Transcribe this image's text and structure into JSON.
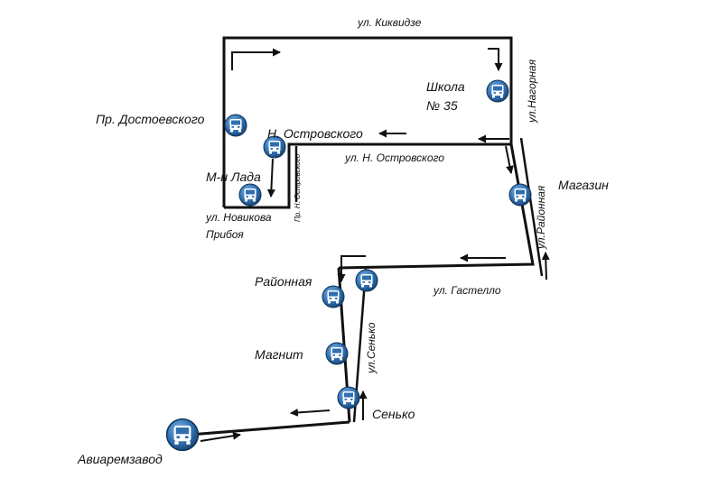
{
  "streets": {
    "kikvidze": "ул. Киквидзе",
    "nagornaya": "ул.Нагорная",
    "n_ostrovskogo": "ул. Н. Островского",
    "pr_n_ostrovskogo": "Пр. Н. Островского",
    "novikova_priboya_1": "ул. Новикова",
    "novikova_priboya_2": "Прибоя",
    "rayonnaya": "ул.Районная",
    "gastello": "ул. Гастелло",
    "senko": "ул.Сенько"
  },
  "stops": {
    "school_line1": "Школа",
    "school_line2": "№ 35",
    "pr_dostoevskogo": "Пр. Достоевского",
    "n_ostrovskogo": "Н. Островского",
    "m_lada": "М-н Лада",
    "magazin": "Магазин",
    "rayonnaya": "Районная",
    "magnit": "Магнит",
    "senko": "Сенько",
    "aviaremzavod": "Авиаремзавод"
  },
  "icons": {
    "bus_stop": "bus-stop-icon",
    "direction": "arrow-icon"
  },
  "colors": {
    "road": "#111111",
    "bus_icon_outer": "#1f5a93",
    "bus_icon_inner": "#4f8fd0",
    "bus_glyph": "#ffffff"
  }
}
